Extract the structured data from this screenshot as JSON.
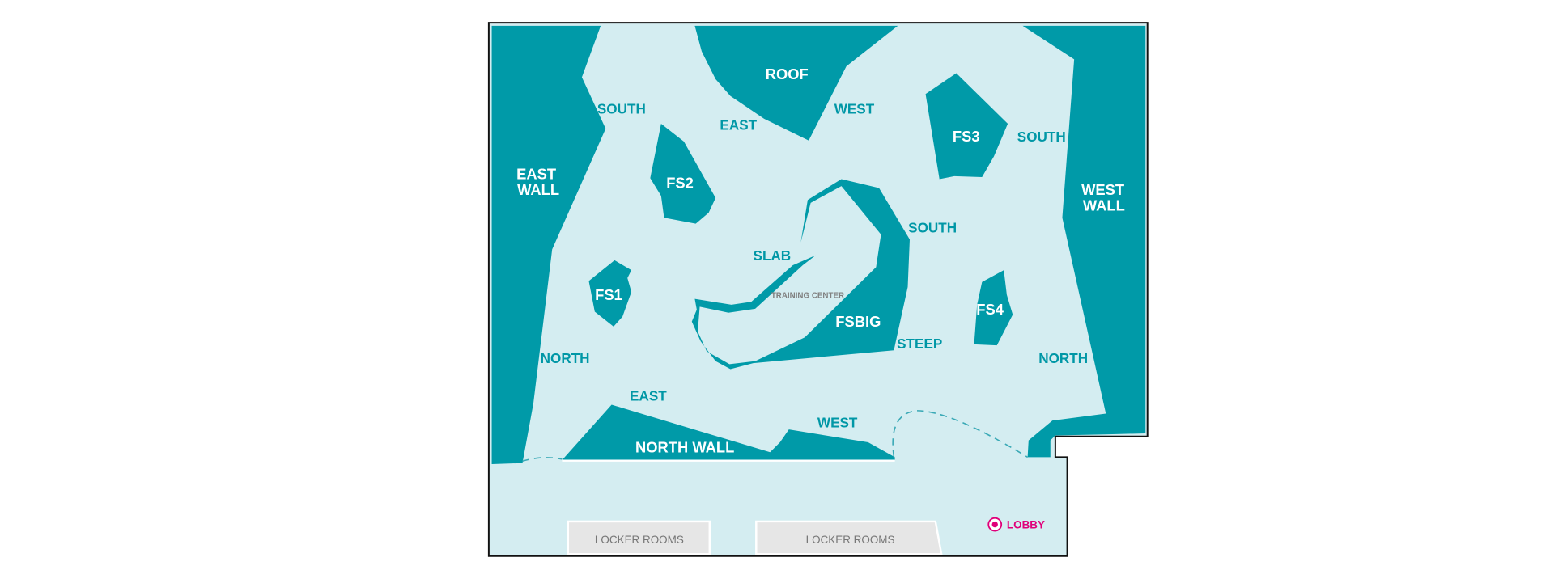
{
  "map": {
    "colors": {
      "wall": "#009aa8",
      "floor": "#d4edf1",
      "room": "#e6e6e6",
      "label_teal": "#0097a6",
      "lobby": "#e0007a"
    },
    "walls": {
      "roof": "ROOF",
      "east_wall_1": "EAST",
      "east_wall_2": "WALL",
      "west_wall_1": "WEST",
      "west_wall_2": "WALL",
      "fs1": "FS1",
      "fs2": "FS2",
      "fs3": "FS3",
      "fs4": "FS4",
      "fsbig": "FSBIG",
      "north_wall": "NORTH WALL"
    },
    "faces": {
      "east_wall_south": "SOUTH",
      "east_wall_north": "NORTH",
      "roof_east": "EAST",
      "roof_west": "WEST",
      "west_wall_south": "SOUTH",
      "west_wall_north": "NORTH",
      "fsbig_south": "SOUTH",
      "fsbig_slab": "SLAB",
      "fsbig_steep": "STEEP",
      "north_wall_east": "EAST",
      "north_wall_west": "WEST"
    },
    "training_center": "TRAINING CENTER",
    "locker_rooms": [
      "LOCKER ROOMS",
      "LOCKER ROOMS"
    ],
    "lobby": {
      "label": "LOBBY",
      "icon": "location-target-icon"
    }
  }
}
